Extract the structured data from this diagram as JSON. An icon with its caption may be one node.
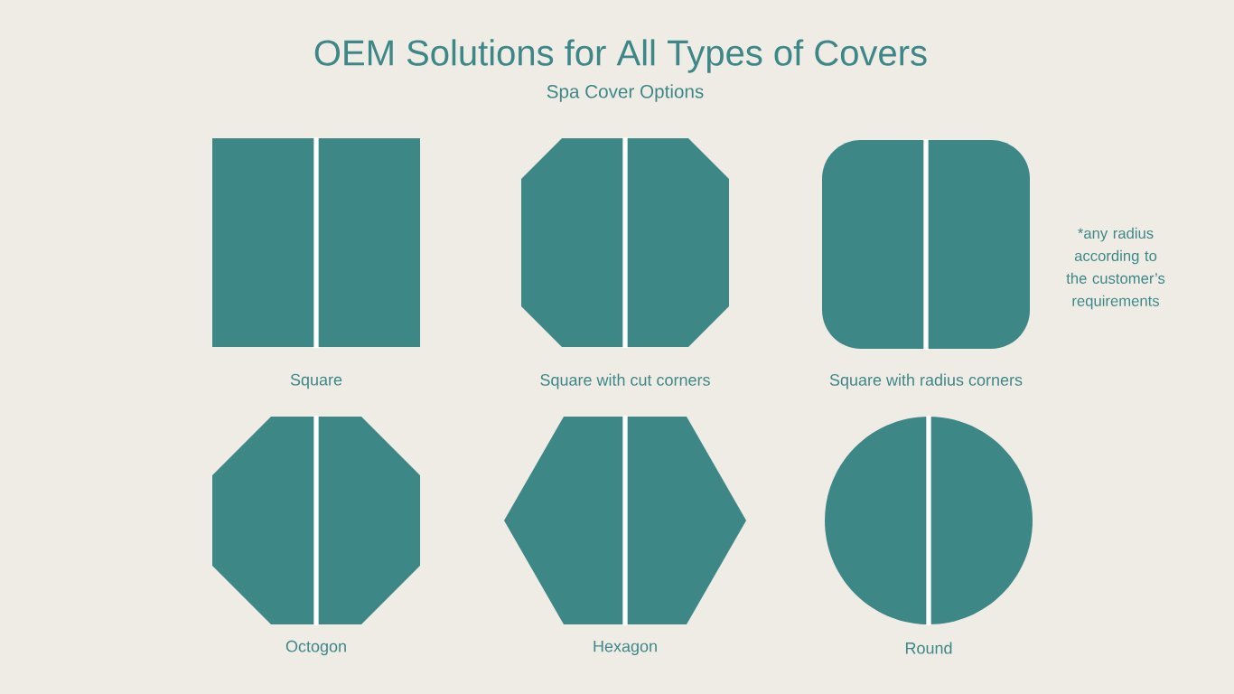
{
  "diagram": {
    "title": "OEM Solutions for All Types of Covers",
    "nodes": [
      {
        "text": [],
        "shape": "square",
        "beside": [
          "Square"
        ]
      },
      {
        "text": [],
        "shape": "octagon",
        "beside": [
          "Square with cut corners"
        ]
      },
      {
        "text": [],
        "shape": "rounded-square",
        "beside": [
          "Square with radius corners"
        ]
      },
      {
        "text": [],
        "shape": "octagon",
        "beside": [
          "Octogon"
        ]
      },
      {
        "text": [],
        "shape": "hexagon",
        "beside": [
          "Hexagon"
        ]
      },
      {
        "text": [],
        "shape": "circle",
        "beside": [
          "Round"
        ]
      }
    ],
    "labels": [
      "Spa Cover Options",
      "*any radius according to the customer’s requirements"
    ]
  }
}
